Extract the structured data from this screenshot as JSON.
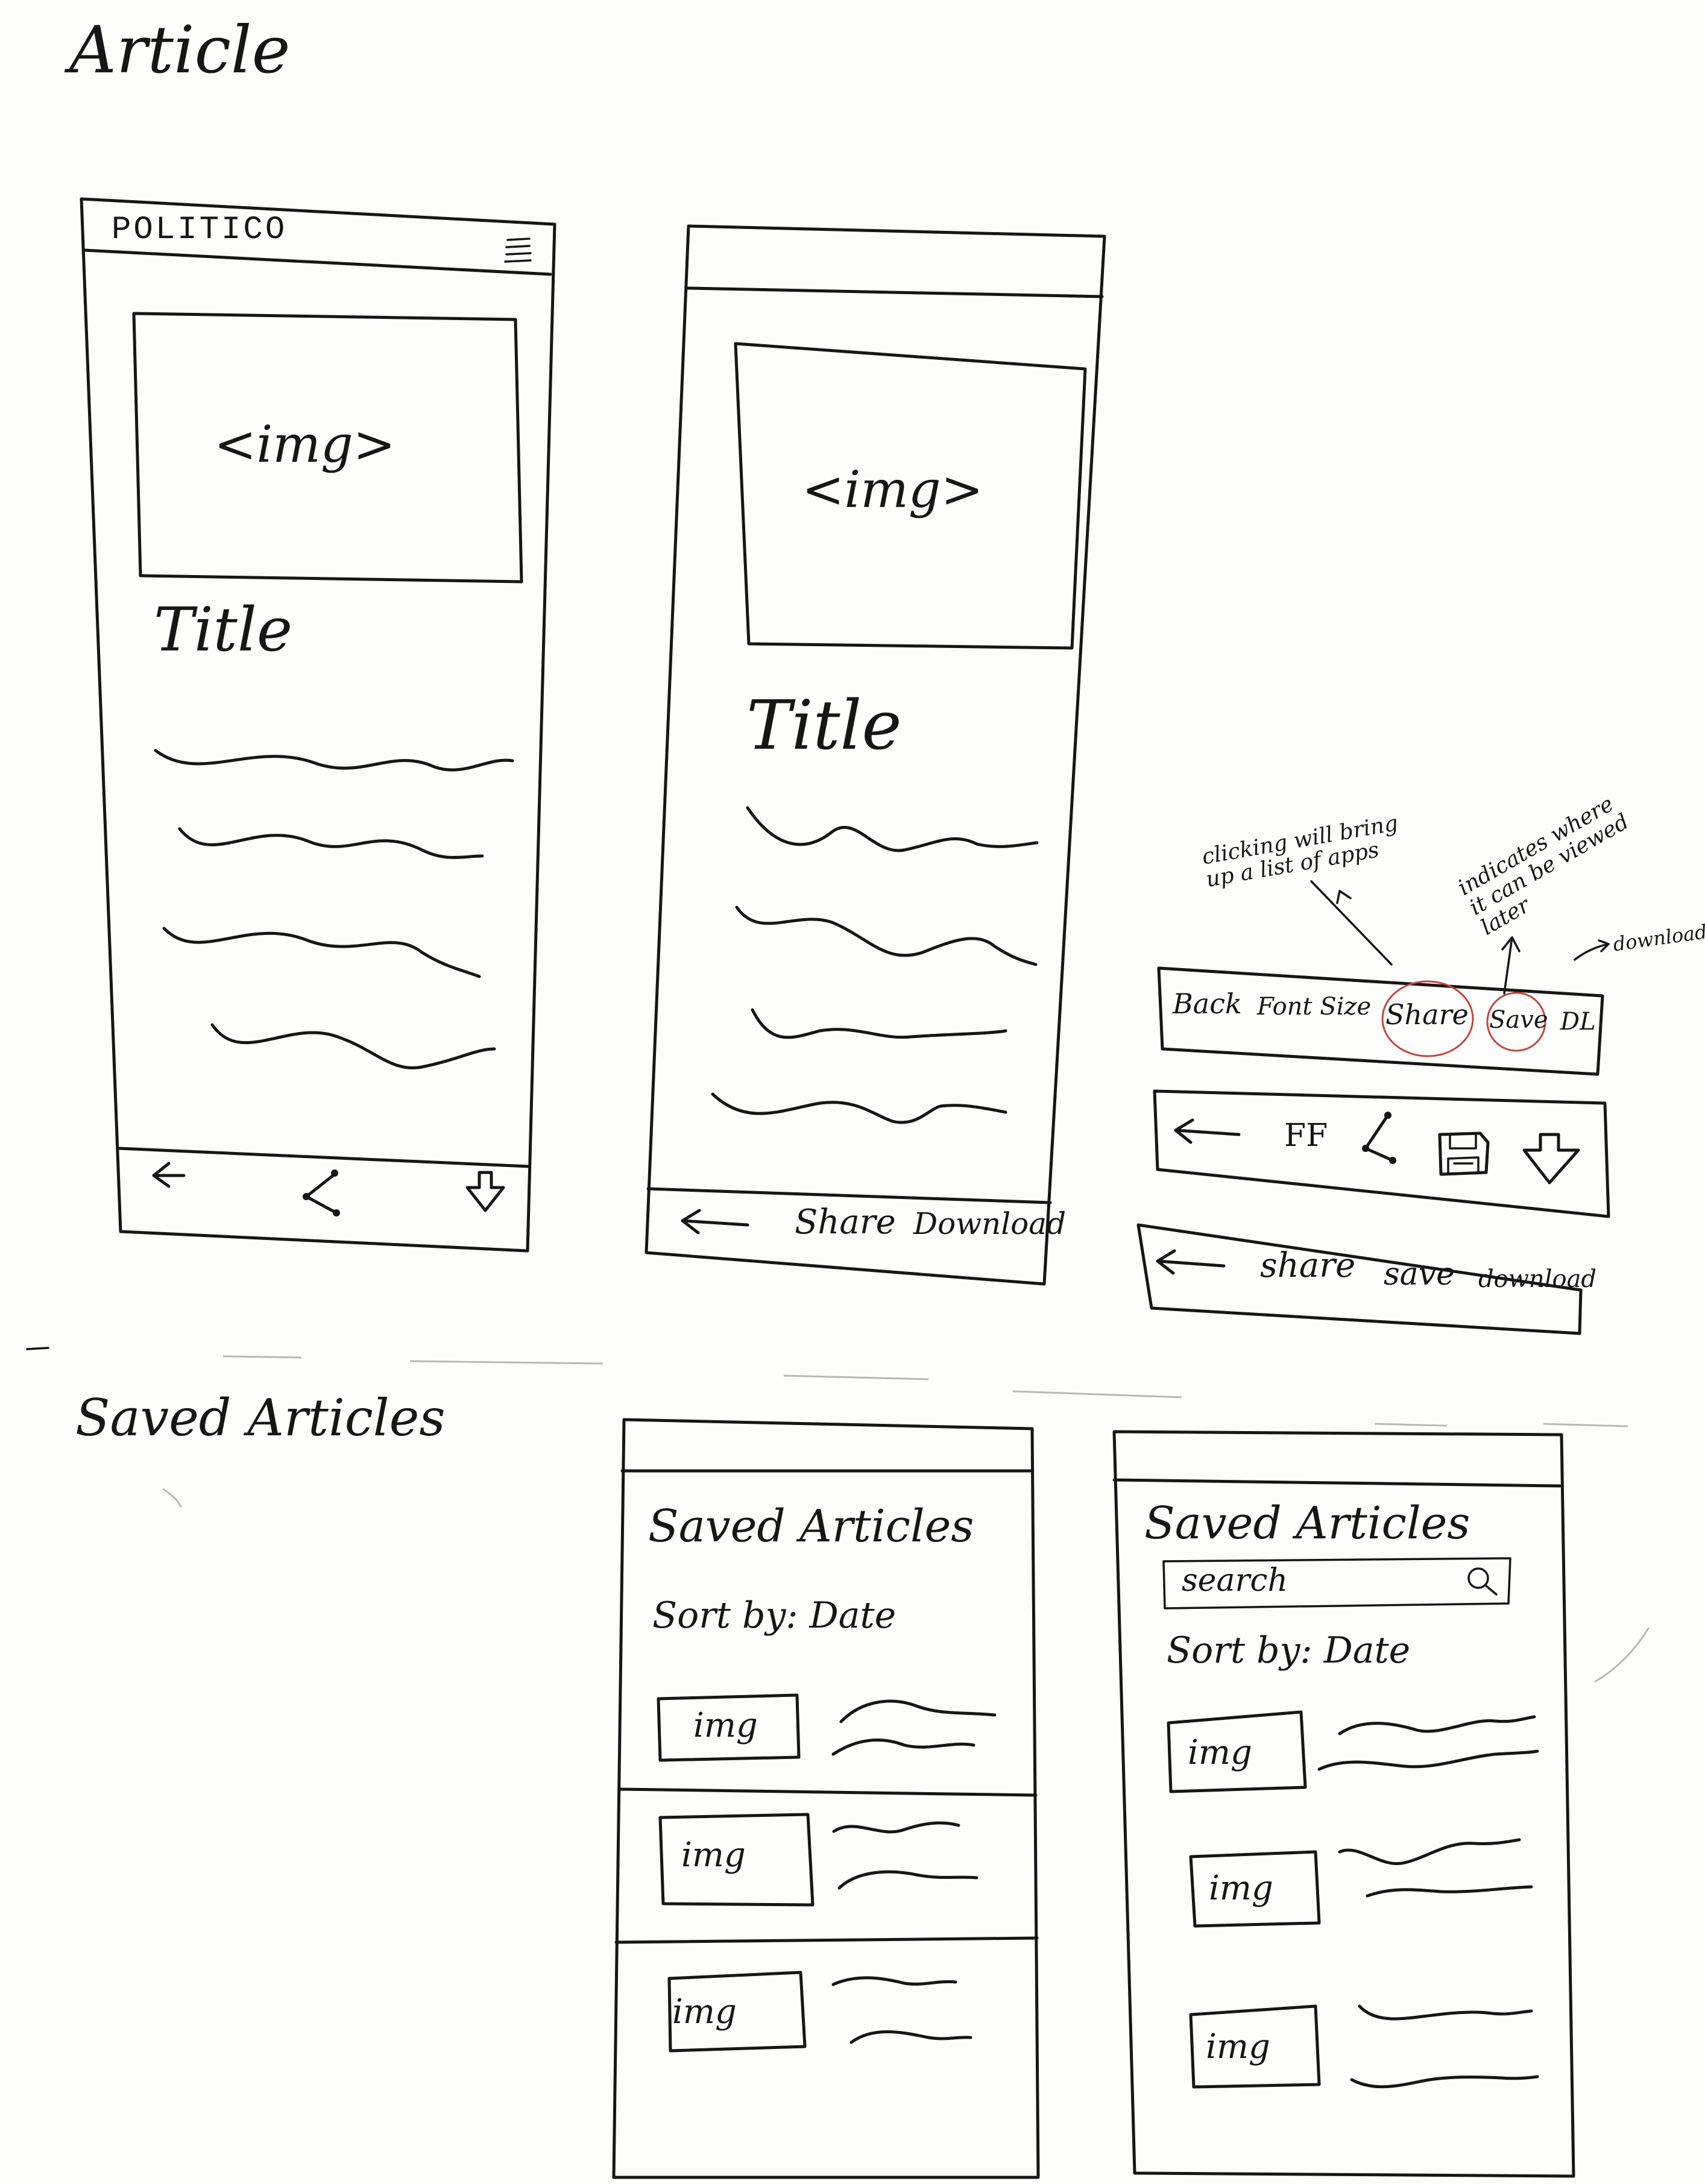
{
  "sections": {
    "article": "Article",
    "saved": "Saved Articles"
  },
  "sketch1": {
    "logo": "POLITICO",
    "image": "<img>",
    "title": "Title"
  },
  "sketch2": {
    "image": "<img>",
    "title": "Title",
    "bottom_bar": {
      "share": "Share",
      "download": "Download"
    }
  },
  "toolbar_options": {
    "notes": {
      "share": "clicking will bring up a list of apps",
      "save": "indicates where it can be viewed later",
      "download": "download"
    },
    "text_bar": {
      "back": "Back",
      "font_size": "Font Size",
      "share": "Share",
      "save": "Save",
      "download": "DL"
    },
    "icon_bar": {
      "font_size": "FF"
    },
    "mixed_bar": {
      "share": "share",
      "save": "save",
      "download": "download"
    }
  },
  "saved1": {
    "title": "Saved Articles",
    "sort": "Sort by: Date",
    "items": [
      {
        "thumb": "img"
      },
      {
        "thumb": "img"
      },
      {
        "thumb": "img"
      }
    ]
  },
  "saved2": {
    "title": "Saved Articles",
    "search_placeholder": "search",
    "sort": "Sort by: Date",
    "items": [
      {
        "thumb": "img"
      },
      {
        "thumb": "img"
      },
      {
        "thumb": "img"
      }
    ]
  },
  "icons": {
    "back": "back-arrow-icon",
    "share": "share-icon",
    "download": "download-icon",
    "save": "save-icon",
    "menu": "menu-icon",
    "search": "search-icon"
  }
}
